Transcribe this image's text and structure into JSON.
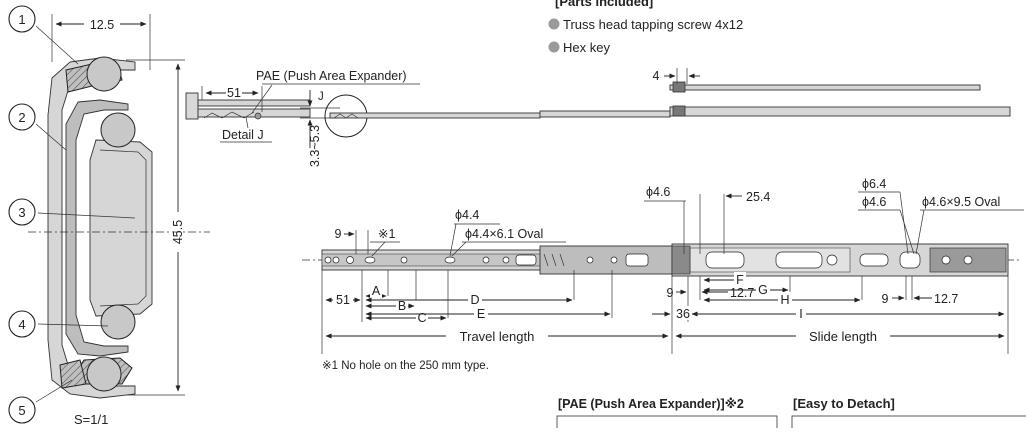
{
  "parts": {
    "heading": "[Parts included]",
    "items": [
      "Truss head tapping screw 4x12",
      "Hex key"
    ],
    "bullet_color": "#9a9a9a"
  },
  "section": {
    "callouts": [
      "1",
      "2",
      "3",
      "4",
      "5"
    ],
    "width_dim": "12.5",
    "height_dim": "45.5",
    "scale": "S=1/1"
  },
  "side_view": {
    "pae_label": "PAE (Push Area Expander)",
    "dim_51": "51",
    "detail_label": "Detail J",
    "j_mark": "J",
    "gap_dim": "3.3~5.3",
    "dim_4": "4"
  },
  "plan_view": {
    "dim_9_left": "9",
    "note_mark": "※1",
    "hole_d44": "ϕ4.4",
    "hole_oval_44": "ϕ4.4×6.1 Oval",
    "hole_d46": "ϕ4.6",
    "dim_254": "25.4",
    "hole_d64": "ϕ6.4",
    "hole_d46b": "ϕ4.6",
    "hole_oval_46": "ϕ4.6×9.5 Oval",
    "dim_9_mid": "9",
    "dim_127_mid": "12.7",
    "dim_9_right": "9",
    "dim_127_right": "12.7",
    "letters": [
      "A",
      "B",
      "C",
      "D",
      "E",
      "F",
      "G",
      "H",
      "I"
    ],
    "dim_51": "51",
    "dim_36": "36",
    "travel_length": "Travel length",
    "slide_length": "Slide length"
  },
  "footnote": "※1 No hole on the 250 mm type.",
  "bottom_boxes": {
    "pae_title": "[PAE (Push Area Expander)]※2",
    "detach_title": "[Easy to Detach]"
  }
}
